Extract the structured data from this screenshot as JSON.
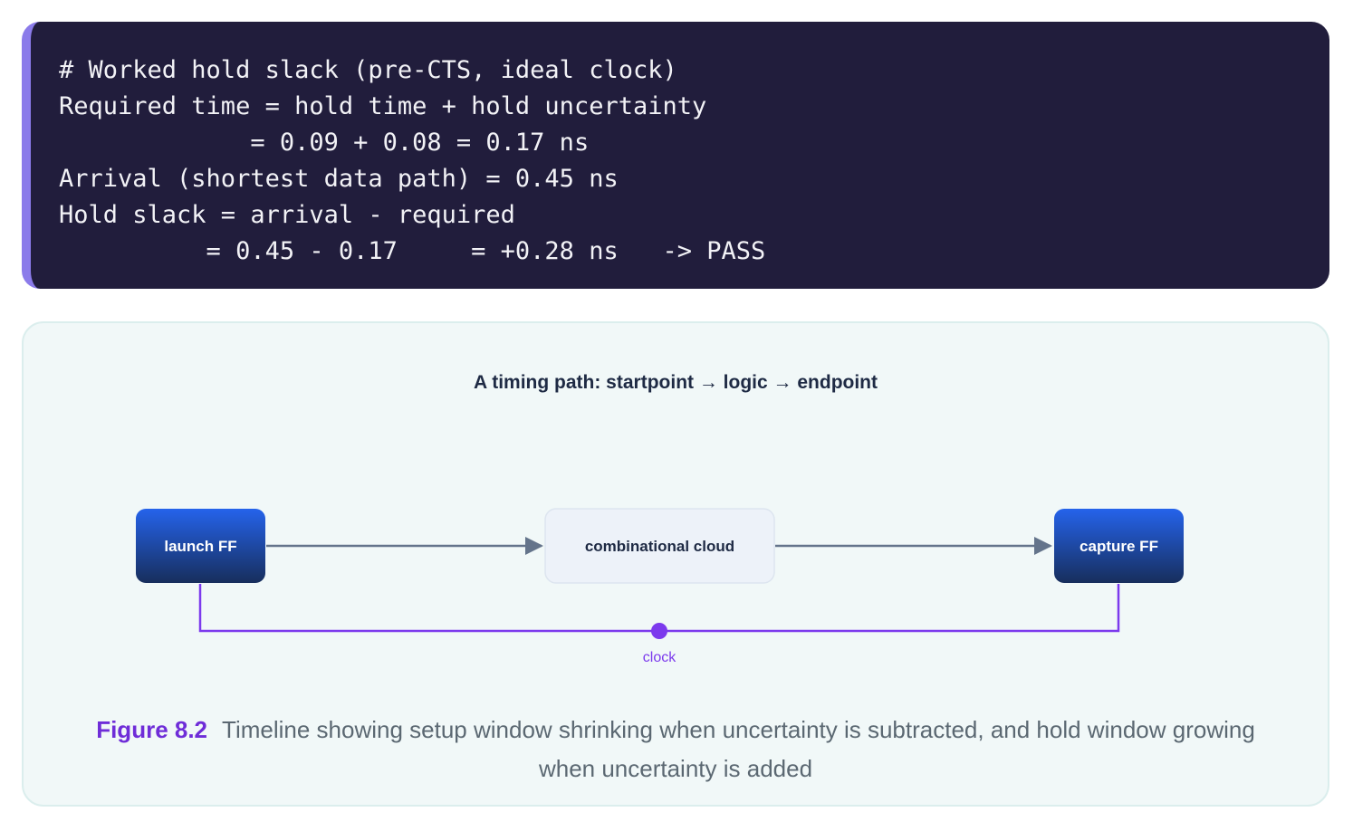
{
  "code": {
    "lines": [
      "# Worked hold slack (pre-CTS, ideal clock)",
      "Required time = hold time + hold uncertainty",
      "             = 0.09 + 0.08 = 0.17 ns",
      "Arrival (shortest data path) = 0.45 ns",
      "Hold slack = arrival - required",
      "          = 0.45 - 0.17     = +0.28 ns   -> PASS"
    ]
  },
  "figure": {
    "title": "A timing path: startpoint → logic → endpoint",
    "nodes": {
      "launch": "launch FF",
      "logic": "combinational cloud",
      "capture": "capture FF"
    },
    "clock_label": "clock",
    "caption_label": "Figure 8.2",
    "caption_text": "Timeline showing setup window shrinking when uncertainty is subtracted, and hold window growing when uncertainty is added"
  },
  "colors": {
    "code_bg": "#211d3c",
    "code_accent": "#8b7bea",
    "ff_blue": "#2563eb",
    "clock_purple": "#7c3aed",
    "caption_accent": "#6f2dd8"
  }
}
